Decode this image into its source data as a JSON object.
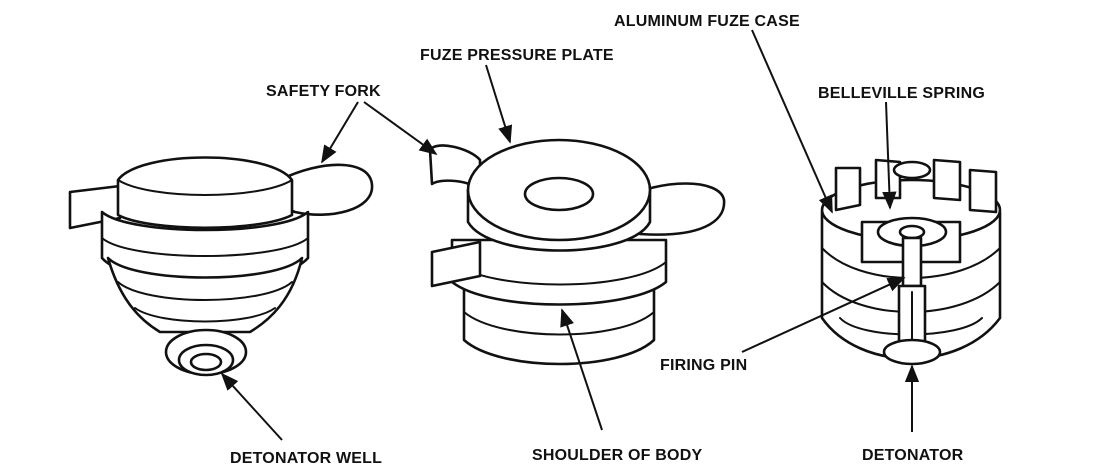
{
  "labels": {
    "aluminum_fuze_case": "ALUMINUM FUZE CASE",
    "fuze_pressure_plate": "FUZE PRESSURE PLATE",
    "belleville_spring": "BELLEVILLE SPRING",
    "safety_fork": "SAFETY FORK",
    "firing_pin": "FIRING PIN",
    "detonator_well": "DETONATOR WELL",
    "shoulder_of_body": "SHOULDER OF BODY",
    "detonator": "DETONATOR"
  },
  "colors": {
    "ink": "#111111",
    "background": "#ffffff"
  }
}
